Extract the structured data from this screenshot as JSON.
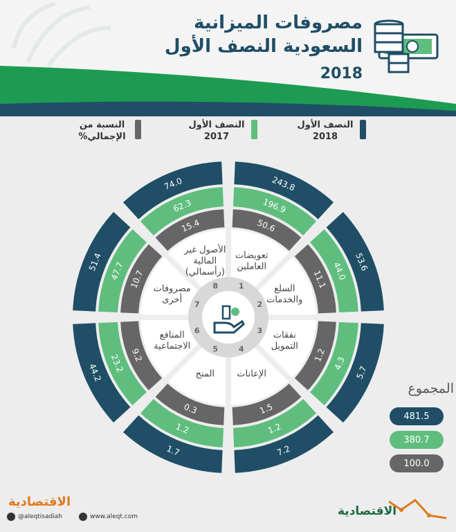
{
  "title": {
    "line1": "مصروفات الميزانية",
    "line2": "السعودية النصف الأول",
    "year": "2018"
  },
  "legend": [
    {
      "line1": "النصف الأول",
      "line2": "2018",
      "color": "#1f4e66"
    },
    {
      "line1": "النصف الأول",
      "line2": "2017",
      "color": "#5fbe7d"
    },
    {
      "line1": "النسبة من",
      "line2": "الإجمالي%",
      "color": "#666666"
    }
  ],
  "colors": {
    "dark": "#1f4e66",
    "green": "#5fbe7d",
    "grey": "#666666",
    "header_green": "#1d9b52"
  },
  "segments": [
    {
      "index": "1",
      "label": [
        "تعويضات",
        "العاملين"
      ],
      "h1_2018": "243.8",
      "h1_2017": "196.9",
      "pct": "50.6"
    },
    {
      "index": "2",
      "label": [
        "السلع",
        "والخدمات"
      ],
      "h1_2018": "53.6",
      "h1_2017": "44.0",
      "pct": "11.1"
    },
    {
      "index": "3",
      "label": [
        "نفقات",
        "التمويل"
      ],
      "h1_2018": "5.7",
      "h1_2017": "4.3",
      "pct": "1.2"
    },
    {
      "index": "4",
      "label": [
        "الإعانات"
      ],
      "h1_2018": "7.2",
      "h1_2017": "1.2",
      "pct": "1.5"
    },
    {
      "index": "5",
      "label": [
        "المنح"
      ],
      "h1_2018": "1.7",
      "h1_2017": "1.2",
      "pct": "0.3"
    },
    {
      "index": "6",
      "label": [
        "المنافع",
        "الاجتماعية"
      ],
      "h1_2018": "44.2",
      "h1_2017": "23.2",
      "pct": "9.2"
    },
    {
      "index": "7",
      "label": [
        "مصروفات",
        "أخرى"
      ],
      "h1_2018": "51.4",
      "h1_2017": "47.7",
      "pct": "10.7"
    },
    {
      "index": "8",
      "label": [
        "الأصول غير",
        "المالية",
        "(رأسمالي)"
      ],
      "h1_2018": "74.0",
      "h1_2017": "62.3",
      "pct": "15.4"
    }
  ],
  "totals": {
    "title": "المجموع",
    "h1_2018": "481.5",
    "h1_2017": "380.7",
    "pct": "100.0"
  },
  "footer": {
    "brand": "الاقتصادية",
    "handle": "@aleqtisadiah",
    "website": "www.aleqt.com",
    "brand2": "الاقتصادية"
  }
}
